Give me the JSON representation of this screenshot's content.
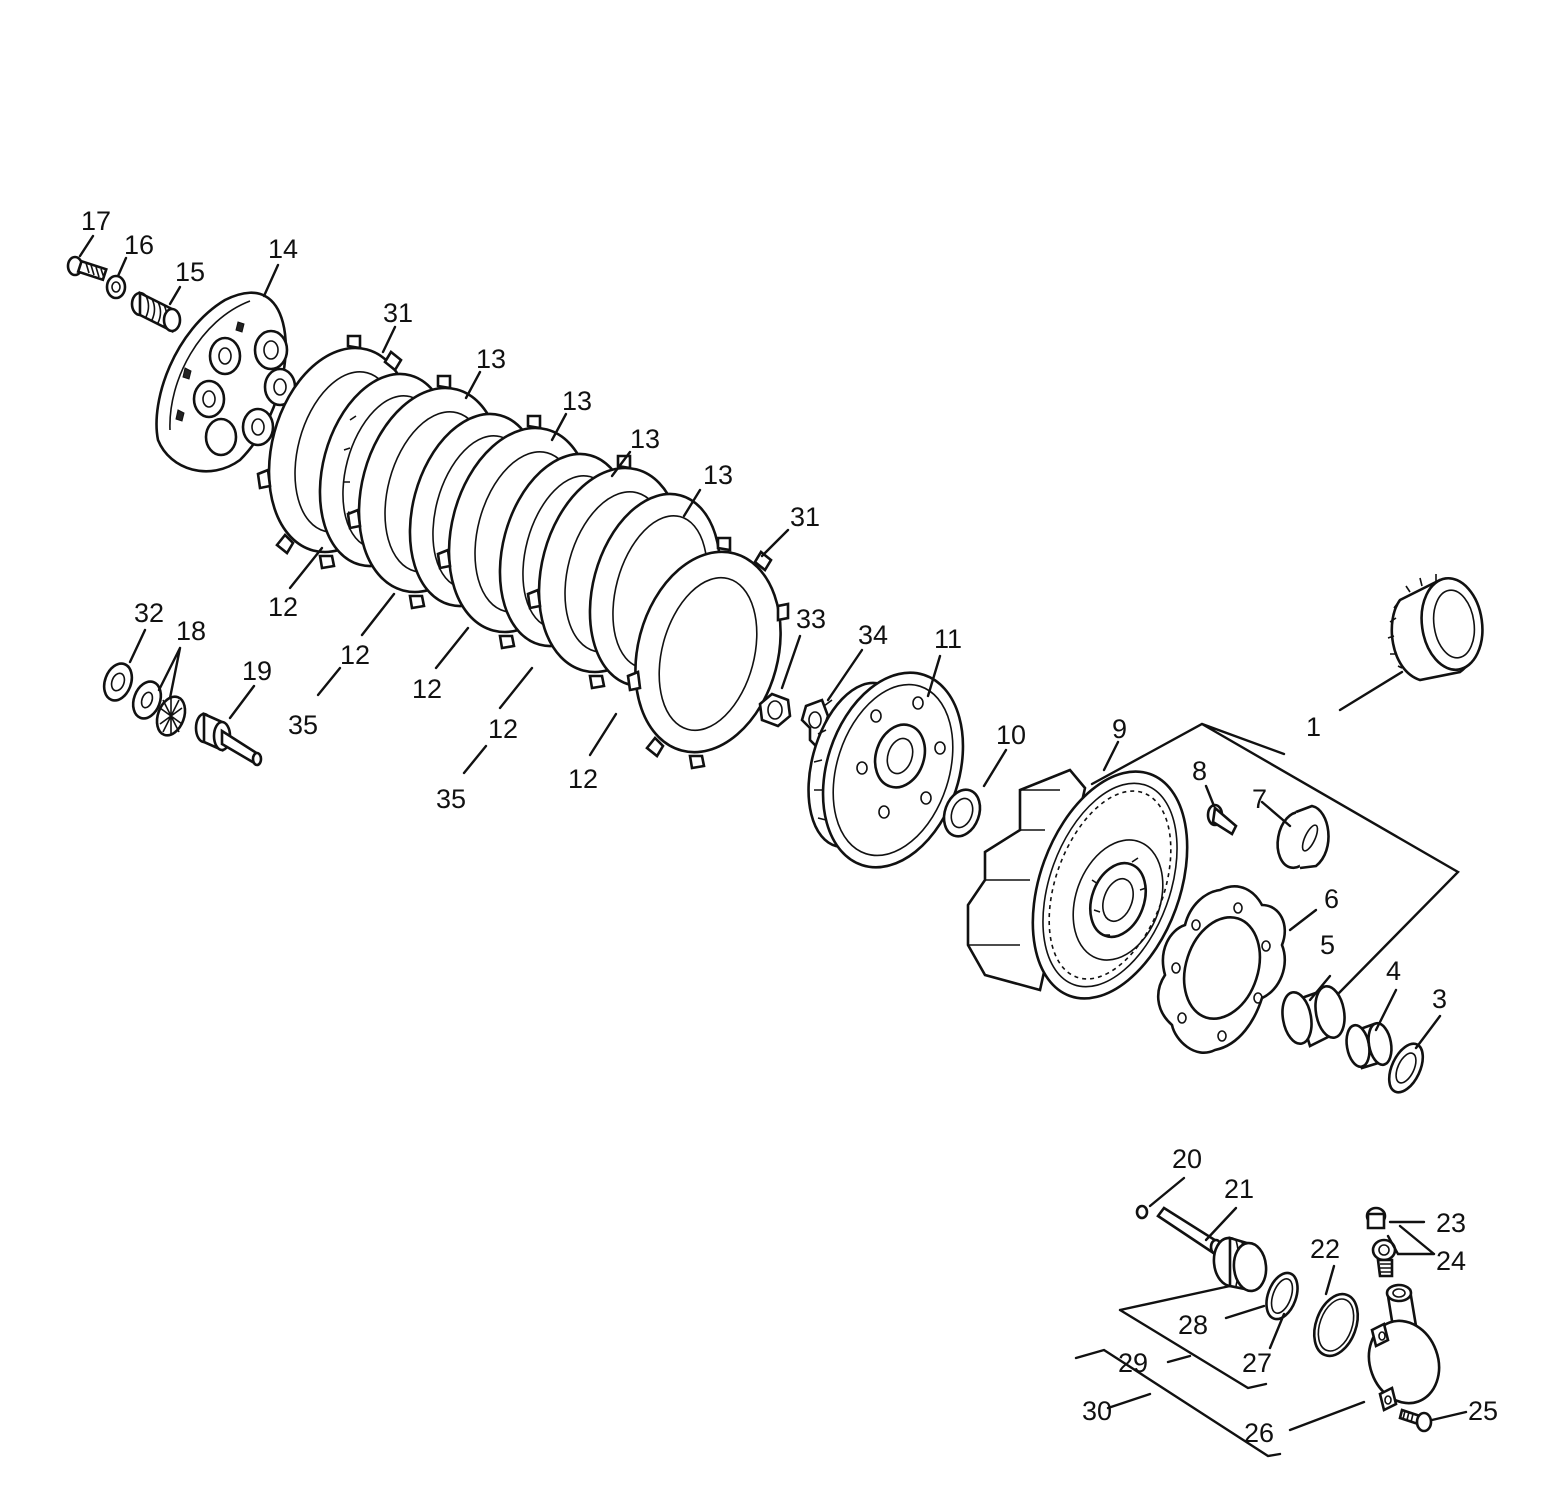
{
  "colors": {
    "ink": "#111111",
    "paper": "#ffffff"
  },
  "callouts": [
    {
      "id": "c17",
      "text": "17"
    },
    {
      "id": "c16",
      "text": "16"
    },
    {
      "id": "c15",
      "text": "15"
    },
    {
      "id": "c14",
      "text": "14"
    },
    {
      "id": "c31a",
      "text": "31"
    },
    {
      "id": "c13a",
      "text": "13"
    },
    {
      "id": "c13b",
      "text": "13"
    },
    {
      "id": "c13c",
      "text": "13"
    },
    {
      "id": "c13d",
      "text": "13"
    },
    {
      "id": "c31b",
      "text": "31"
    },
    {
      "id": "c12a",
      "text": "12"
    },
    {
      "id": "c12b",
      "text": "12"
    },
    {
      "id": "c35a",
      "text": "35"
    },
    {
      "id": "c12c",
      "text": "12"
    },
    {
      "id": "c12d",
      "text": "12"
    },
    {
      "id": "c35b",
      "text": "35"
    },
    {
      "id": "c12e",
      "text": "12"
    },
    {
      "id": "c32",
      "text": "32"
    },
    {
      "id": "c18",
      "text": "18"
    },
    {
      "id": "c19",
      "text": "19"
    },
    {
      "id": "c33",
      "text": "33"
    },
    {
      "id": "c34",
      "text": "34"
    },
    {
      "id": "c11",
      "text": "11"
    },
    {
      "id": "c10",
      "text": "10"
    },
    {
      "id": "c9",
      "text": "9"
    },
    {
      "id": "c1",
      "text": "1"
    },
    {
      "id": "c8",
      "text": "8"
    },
    {
      "id": "c7",
      "text": "7"
    },
    {
      "id": "c6",
      "text": "6"
    },
    {
      "id": "c5",
      "text": "5"
    },
    {
      "id": "c4",
      "text": "4"
    },
    {
      "id": "c3",
      "text": "3"
    },
    {
      "id": "c20",
      "text": "20"
    },
    {
      "id": "c21",
      "text": "21"
    },
    {
      "id": "c23",
      "text": "23"
    },
    {
      "id": "c24",
      "text": "24"
    },
    {
      "id": "c22",
      "text": "22"
    },
    {
      "id": "c28",
      "text": "28"
    },
    {
      "id": "c27",
      "text": "27"
    },
    {
      "id": "c29",
      "text": "29"
    },
    {
      "id": "c30",
      "text": "30"
    },
    {
      "id": "c26",
      "text": "26"
    },
    {
      "id": "c25",
      "text": "25"
    }
  ]
}
